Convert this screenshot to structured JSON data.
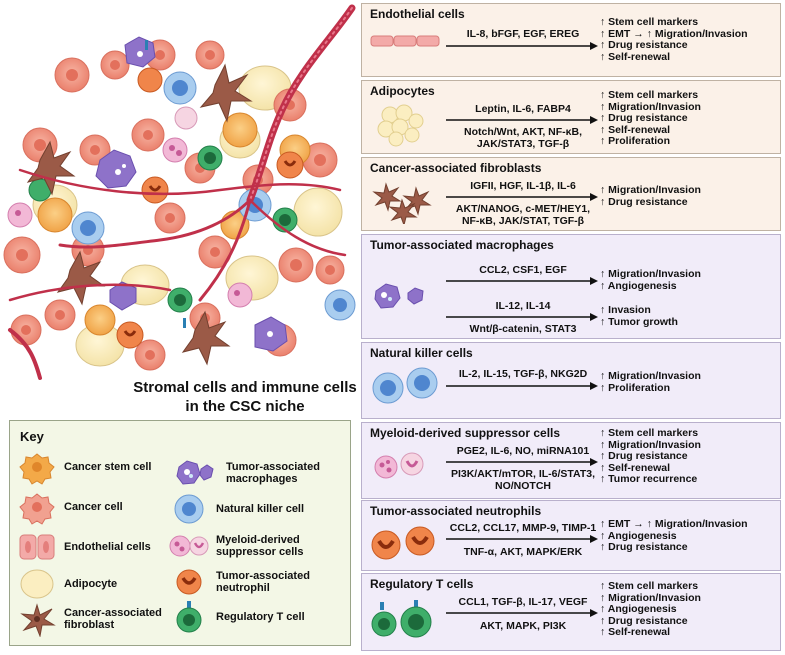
{
  "niche": {
    "title_line1": "Stromal cells and immune cells",
    "title_line2": "in the CSC niche"
  },
  "key": {
    "title": "Key",
    "items": [
      {
        "label": "Cancer stem cell",
        "icon": "cancer-stem-cell-icon"
      },
      {
        "label": "Cancer cell",
        "icon": "cancer-cell-icon"
      },
      {
        "label": "Endothelial cells",
        "icon": "endothelial-cells-icon"
      },
      {
        "label": "Adipocyte",
        "icon": "adipocyte-icon"
      },
      {
        "label": "Cancer-associated fibroblast",
        "icon": "fibroblast-icon"
      },
      {
        "label": "Tumor-associated macrophages",
        "icon": "macrophage-icon"
      },
      {
        "label": "Natural killer cell",
        "icon": "nk-cell-icon"
      },
      {
        "label": "Myeloid-derived suppressor cells",
        "icon": "mdsc-icon"
      },
      {
        "label": "Tumor-associated neutrophil",
        "icon": "neutrophil-icon"
      },
      {
        "label": "Regulatory T cell",
        "icon": "treg-icon"
      }
    ]
  },
  "panels": [
    {
      "title": "Endothelial cells",
      "groups": [
        {
          "signals": [
            "IL-8, bFGF, EGF, EREG"
          ],
          "pathways": [],
          "effects": [
            "↑ Stem cell markers",
            "↑ EMT → ↑ Migration/Invasion",
            "↑ Drug resistance",
            "↑ Self-renewal"
          ]
        }
      ]
    },
    {
      "title": "Adipocytes",
      "groups": [
        {
          "signals": [
            "Leptin, IL-6, FABP4"
          ],
          "pathways": [
            "Notch/Wnt, AKT, NF-κB,",
            "JAK/STAT3, TGF-β"
          ],
          "effects": [
            "↑ Stem cell markers",
            "↑ Migration/Invasion",
            "↑ Drug resistance",
            "↑ Self-renewal",
            "↑ Proliferation"
          ]
        }
      ]
    },
    {
      "title": "Cancer-associated fibroblasts",
      "groups": [
        {
          "signals": [
            "IGFII, HGF, IL-1β, IL-6"
          ],
          "pathways": [
            "AKT/NANOG, c-MET/HEY1,",
            "NF-κB, JAK/STAT, TGF-β"
          ],
          "effects": [
            "↑ Migration/Invasion",
            "↑ Drug resistance"
          ]
        }
      ]
    },
    {
      "title": "Tumor-associated macrophages",
      "groups": [
        {
          "signals": [
            "CCL2, CSF1, EGF"
          ],
          "pathways": [],
          "effects": [
            "↑ Migration/Invasion",
            "↑ Angiogenesis"
          ]
        },
        {
          "signals": [
            "IL-12, IL-14"
          ],
          "pathways": [
            "Wnt/β-catenin, STAT3"
          ],
          "effects": [
            "↑ Invasion",
            "↑ Tumor growth"
          ]
        }
      ]
    },
    {
      "title": "Natural killer cells",
      "groups": [
        {
          "signals": [
            "IL-2, IL-15,  TGF-β, NKG2D"
          ],
          "pathways": [],
          "effects": [
            "↑ Migration/Invasion",
            "↑ Proliferation"
          ]
        }
      ]
    },
    {
      "title": "Myeloid-derived suppressor cells",
      "groups": [
        {
          "signals": [
            "PGE2, IL-6, NO, miRNA101"
          ],
          "pathways": [
            "PI3K/AKT/mTOR, IL-6/STAT3,",
            "NO/NOTCH"
          ],
          "effects": [
            "↑ Stem cell markers",
            "↑ Migration/Invasion",
            "↑ Drug resistance",
            "↑ Self-renewal",
            "↑ Tumor recurrence"
          ]
        }
      ]
    },
    {
      "title": "Tumor-associated neutrophils",
      "groups": [
        {
          "signals": [
            "CCL2, CCL17, MMP-9, TIMP-1"
          ],
          "pathways": [
            "TNF-α, AKT, MAPK/ERK"
          ],
          "effects": [
            "↑ EMT → ↑ Migration/Invasion",
            "↑ Angiogenesis",
            "↑ Drug resistance"
          ]
        }
      ]
    },
    {
      "title": "Regulatory T cells",
      "groups": [
        {
          "signals": [
            "CCL1, TGF-β, IL-17, VEGF"
          ],
          "pathways": [
            "AKT, MAPK, PI3K"
          ],
          "effects": [
            "↑ Stem cell markers",
            "↑ Migration/Invasion",
            "↑ Angiogenesis",
            "↑ Drug resistance",
            "↑ Self-renewal"
          ]
        }
      ]
    }
  ],
  "colors": {
    "warm_panel_bg": "#fbf1e8",
    "cool_panel_bg": "#f1ecf9",
    "key_bg": "#f3f7e6",
    "vessel": "#c0304a"
  }
}
